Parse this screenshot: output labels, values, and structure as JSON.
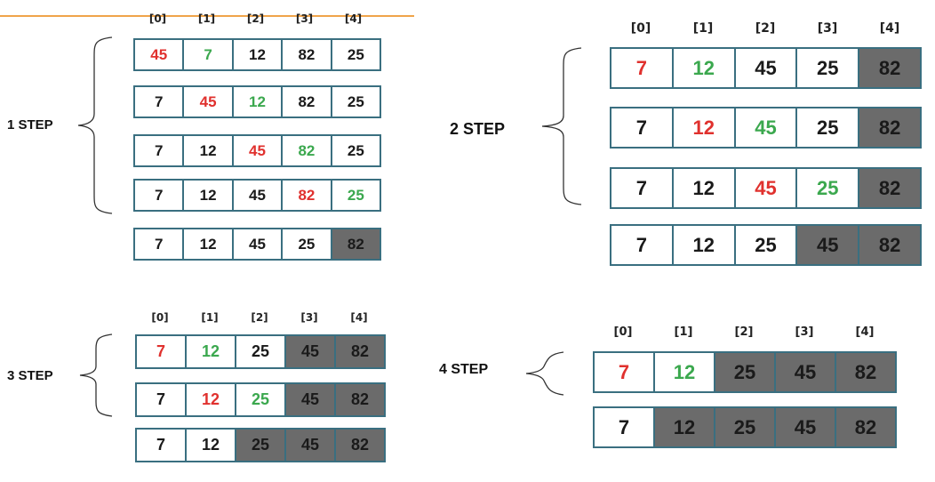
{
  "colors": {
    "compare_left": "#e0312e",
    "compare_right": "#3ba84e",
    "sorted_fill": "#6b6b6b",
    "cell_border": "#3a6f80",
    "top_rule": "#f0a44a"
  },
  "indices": [
    "[0]",
    "[1]",
    "[2]",
    "[3]",
    "[4]"
  ],
  "panels": [
    {
      "label": "1 STEP",
      "rows": [
        {
          "values": [
            "45",
            "7",
            "12",
            "82",
            "25"
          ],
          "red": 0,
          "green": 1,
          "sorted_from": 5
        },
        {
          "values": [
            "7",
            "45",
            "12",
            "82",
            "25"
          ],
          "red": 1,
          "green": 2,
          "sorted_from": 5
        },
        {
          "values": [
            "7",
            "12",
            "45",
            "82",
            "25"
          ],
          "red": 2,
          "green": 3,
          "sorted_from": 5
        },
        {
          "values": [
            "7",
            "12",
            "45",
            "82",
            "25"
          ],
          "red": 3,
          "green": 4,
          "sorted_from": 5
        },
        {
          "values": [
            "7",
            "12",
            "45",
            "25",
            "82"
          ],
          "red": -1,
          "green": -1,
          "sorted_from": 4
        }
      ]
    },
    {
      "label": "2 STEP",
      "rows": [
        {
          "values": [
            "7",
            "12",
            "45",
            "25",
            "82"
          ],
          "red": 0,
          "green": 1,
          "sorted_from": 4
        },
        {
          "values": [
            "7",
            "12",
            "45",
            "25",
            "82"
          ],
          "red": 1,
          "green": 2,
          "sorted_from": 4
        },
        {
          "values": [
            "7",
            "12",
            "45",
            "25",
            "82"
          ],
          "red": 2,
          "green": 3,
          "sorted_from": 4
        },
        {
          "values": [
            "7",
            "12",
            "25",
            "45",
            "82"
          ],
          "red": -1,
          "green": -1,
          "sorted_from": 3
        }
      ]
    },
    {
      "label": "3 STEP",
      "rows": [
        {
          "values": [
            "7",
            "12",
            "25",
            "45",
            "82"
          ],
          "red": 0,
          "green": 1,
          "sorted_from": 3
        },
        {
          "values": [
            "7",
            "12",
            "25",
            "45",
            "82"
          ],
          "red": 1,
          "green": 2,
          "sorted_from": 3
        },
        {
          "values": [
            "7",
            "12",
            "25",
            "45",
            "82"
          ],
          "red": -1,
          "green": -1,
          "sorted_from": 2
        }
      ]
    },
    {
      "label": "4 STEP",
      "rows": [
        {
          "values": [
            "7",
            "12",
            "25",
            "45",
            "82"
          ],
          "red": 0,
          "green": 1,
          "sorted_from": 2
        },
        {
          "values": [
            "7",
            "12",
            "25",
            "45",
            "82"
          ],
          "red": -1,
          "green": -1,
          "sorted_from": 1
        }
      ]
    }
  ]
}
